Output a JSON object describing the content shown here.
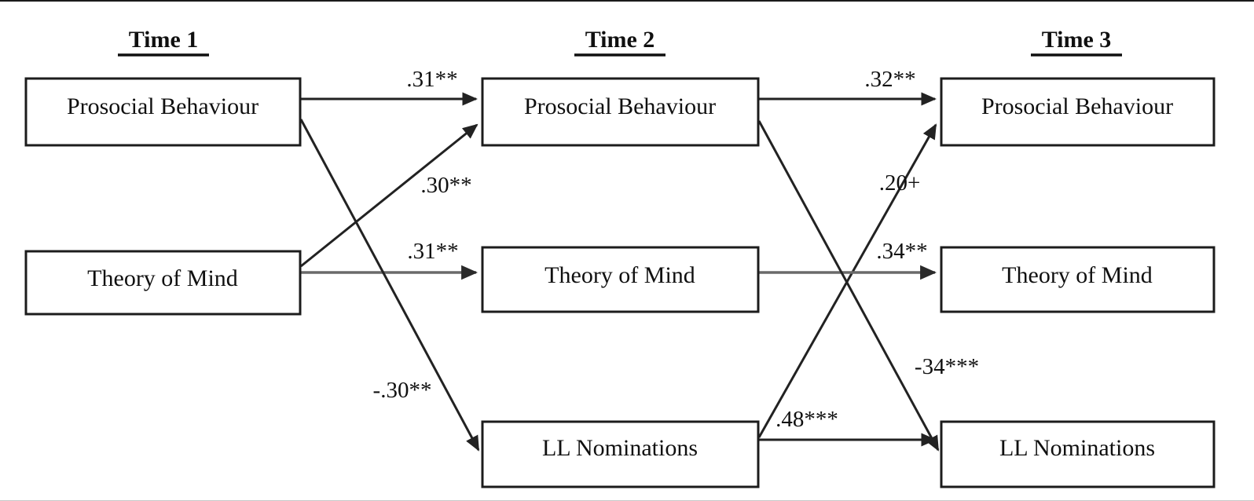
{
  "figure": {
    "type": "cross-lagged-panel-path-diagram",
    "background_color": "#ffffff",
    "line_color": "#222222",
    "gray_line_color": "#6a6a6a",
    "box_border_color": "#1c1c1c"
  },
  "columns": [
    {
      "id": "t1",
      "label": "Time 1"
    },
    {
      "id": "t2",
      "label": "Time 2"
    },
    {
      "id": "t3",
      "label": "Time 3"
    }
  ],
  "nodes": [
    {
      "id": "t1_pb",
      "column": "t1",
      "row": "top",
      "label": "Prosocial Behaviour"
    },
    {
      "id": "t1_tom",
      "column": "t1",
      "row": "middle",
      "label": "Theory of Mind"
    },
    {
      "id": "t2_pb",
      "column": "t2",
      "row": "top",
      "label": "Prosocial Behaviour"
    },
    {
      "id": "t2_tom",
      "column": "t2",
      "row": "middle",
      "label": "Theory of Mind"
    },
    {
      "id": "t2_ll",
      "column": "t2",
      "row": "bottom",
      "label": "LL Nominations"
    },
    {
      "id": "t3_pb",
      "column": "t3",
      "row": "top",
      "label": "Prosocial Behaviour"
    },
    {
      "id": "t3_tom",
      "column": "t3",
      "row": "middle",
      "label": "Theory of Mind"
    },
    {
      "id": "t3_ll",
      "column": "t3",
      "row": "bottom",
      "label": "LL Nominations"
    }
  ],
  "paths": [
    {
      "id": "p1",
      "from": "t1_pb",
      "to": "t2_pb",
      "coefficient": ".31**",
      "style": "black"
    },
    {
      "id": "p2",
      "from": "t1_tom",
      "to": "t2_pb",
      "coefficient": ".30**",
      "style": "black"
    },
    {
      "id": "p3",
      "from": "t1_tom",
      "to": "t2_tom",
      "coefficient": ".31**",
      "style": "gray"
    },
    {
      "id": "p4",
      "from": "t1_pb",
      "to": "t2_ll",
      "coefficient": "-.30**",
      "style": "black"
    },
    {
      "id": "p5",
      "from": "t2_pb",
      "to": "t3_pb",
      "coefficient": ".32**",
      "style": "black"
    },
    {
      "id": "p6",
      "from": "t2_ll",
      "to": "t3_pb",
      "coefficient": ".20+",
      "style": "black"
    },
    {
      "id": "p7",
      "from": "t2_tom",
      "to": "t3_tom",
      "coefficient": ".34**",
      "style": "gray"
    },
    {
      "id": "p8",
      "from": "t2_pb",
      "to": "t3_ll",
      "coefficient": "-34***",
      "style": "black"
    },
    {
      "id": "p9",
      "from": "t2_ll",
      "to": "t3_ll",
      "coefficient": ".48***",
      "style": "black"
    }
  ],
  "coefficient_labels": {
    "t1pb_t2pb": ".31**",
    "t1tom_t2pb": ".30**",
    "t1tom_t2tom": ".31**",
    "t1pb_t2ll": "-.30**",
    "t2pb_t3pb": ".32**",
    "t2ll_t3pb": ".20+",
    "t2tom_t3tom": ".34**",
    "t2pb_t3ll": "-34***",
    "t2ll_t3ll": ".48***"
  }
}
